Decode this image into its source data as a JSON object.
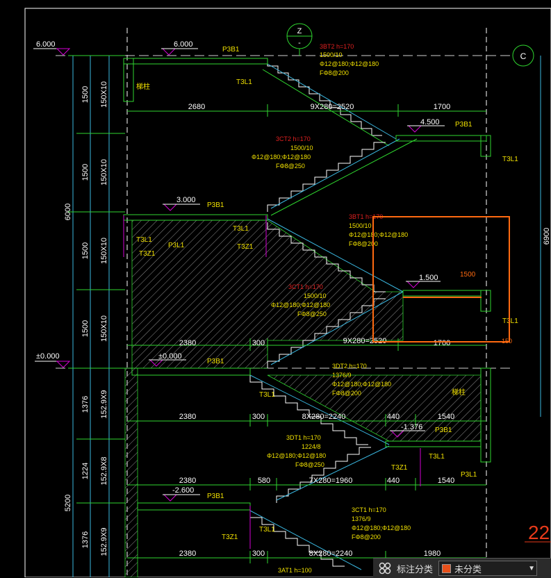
{
  "colors": {
    "background": "#000000",
    "structure": "#2fd62f",
    "dimension": "#2fd62f",
    "annotation": "#f0e000",
    "stair_code": "#e02020",
    "cyan_line": "#3ab7e0",
    "white": "#ffffff",
    "magenta": "#d400d4",
    "selection_box": "#ff6a10",
    "hatch": "#a0a0a0"
  },
  "axis_markers": [
    {
      "id": "Z",
      "sub": "-"
    },
    {
      "id": "C"
    }
  ],
  "levels": [
    "6.000",
    "6.000",
    "4.500",
    "3.000",
    "1.500",
    "±0.000",
    "±0.000",
    "-1.376",
    "-2.600"
  ],
  "left_dims": {
    "total_upper": "6000",
    "total_lower": "5200",
    "segments": [
      "1500",
      "1500",
      "1500",
      "1500",
      "1376",
      "1224",
      "1376"
    ],
    "risers": [
      "150X10",
      "150X10",
      "150X10",
      "150X10",
      "152.9X9",
      "152.9X8",
      "152.9X9"
    ]
  },
  "right_dims": {
    "total": "6900"
  },
  "horiz_dims": {
    "row1": [
      "2680",
      "9X280=2520",
      "1700"
    ],
    "row3": [
      "2380",
      "300",
      "9X280=2520",
      "1700"
    ],
    "row4": [
      "2380",
      "300",
      "8X280=2240",
      "440",
      "1540"
    ],
    "row5": [
      "2380",
      "580",
      "7X280=1960",
      "440",
      "1540"
    ],
    "row6": [
      "2380",
      "300",
      "8X280=2240",
      "1980"
    ]
  },
  "beam_labels": {
    "p3b1": "P3B1",
    "t3l1": "T3L1",
    "p3l1": "P3L1",
    "t3z1": "T3Z1",
    "note": "梯柱"
  },
  "stair_notes": [
    {
      "code": "3BT2 h=170",
      "l2": "1500/10",
      "l3": "Φ12@180;Φ12@180",
      "l4": "FΦ8@200"
    },
    {
      "code": "3CT2 h=170",
      "l2": "1500/10",
      "l3": "Φ12@180;Φ12@180",
      "l4": "FΦ8@250"
    },
    {
      "code": "3BT1 h=170",
      "l2": "1500/10",
      "l3": "Φ12@180;Φ12@180",
      "l4": "FΦ8@200"
    },
    {
      "code": "3CT1 h=170",
      "l2": "1500/10",
      "l3": "Φ12@180;Φ12@180",
      "l4": "FΦ8@250"
    },
    {
      "code": "3DT2 h=170",
      "l2": "1376/9",
      "l3": "Φ12@180;Φ12@180",
      "l4": "FΦ8@200"
    },
    {
      "code": "3DT1 h=170",
      "l2": "1224/8",
      "l3": "Φ12@180;Φ12@180",
      "l4": "FΦ8@250"
    },
    {
      "code": "3CT1 h=170",
      "l2": "1376/9",
      "l3": "Φ12@180;Φ12@180",
      "l4": "FΦ8@200"
    },
    {
      "code": "3AT1 h=100"
    }
  ],
  "selection": {
    "dim": "1500",
    "dim2": "150"
  },
  "corner_text": "22",
  "statusbar": {
    "grid_icon": "grid-icon",
    "label": "标注分类",
    "dropdown_value": "未分类",
    "dropdown_swatch": "#e8501a",
    "chevron_icon": "chevron-down-icon"
  }
}
